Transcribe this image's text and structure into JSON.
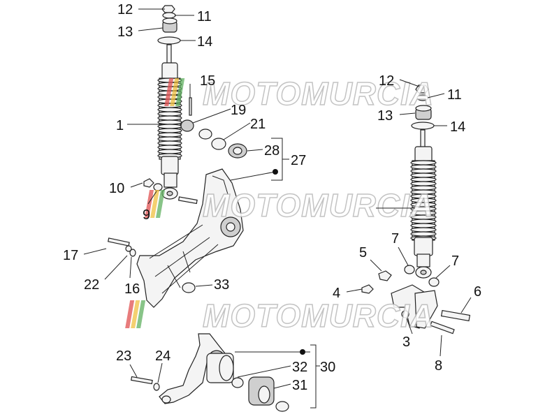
{
  "labels": [
    {
      "id": "l12a",
      "text": "12"
    },
    {
      "id": "l11a",
      "text": "11"
    },
    {
      "id": "l13a",
      "text": "13"
    },
    {
      "id": "l14a",
      "text": "14"
    },
    {
      "id": "l15",
      "text": "15"
    },
    {
      "id": "l19",
      "text": "19"
    },
    {
      "id": "l1",
      "text": "1"
    },
    {
      "id": "l21",
      "text": "21"
    },
    {
      "id": "l28",
      "text": "28"
    },
    {
      "id": "l27",
      "text": "27"
    },
    {
      "id": "l10",
      "text": "10"
    },
    {
      "id": "l9",
      "text": "9"
    },
    {
      "id": "l17",
      "text": "17"
    },
    {
      "id": "l22",
      "text": "22"
    },
    {
      "id": "l16",
      "text": "16"
    },
    {
      "id": "l33",
      "text": "33"
    },
    {
      "id": "l12b",
      "text": "12"
    },
    {
      "id": "l11b",
      "text": "11"
    },
    {
      "id": "l13b",
      "text": "13"
    },
    {
      "id": "l14b",
      "text": "14"
    },
    {
      "id": "l5",
      "text": "5"
    },
    {
      "id": "l7a",
      "text": "7"
    },
    {
      "id": "l7b",
      "text": "7"
    },
    {
      "id": "l4",
      "text": "4"
    },
    {
      "id": "l6",
      "text": "6"
    },
    {
      "id": "l3",
      "text": "3"
    },
    {
      "id": "l8",
      "text": "8"
    },
    {
      "id": "l23",
      "text": "23"
    },
    {
      "id": "l24",
      "text": "24"
    },
    {
      "id": "l32",
      "text": "32"
    },
    {
      "id": "l30",
      "text": "30"
    },
    {
      "id": "l31",
      "text": "31"
    }
  ],
  "watermark": {
    "text": "MOTOMURCIA",
    "stripe_colors": [
      "#e05050",
      "#f0c040",
      "#60b060"
    ]
  }
}
